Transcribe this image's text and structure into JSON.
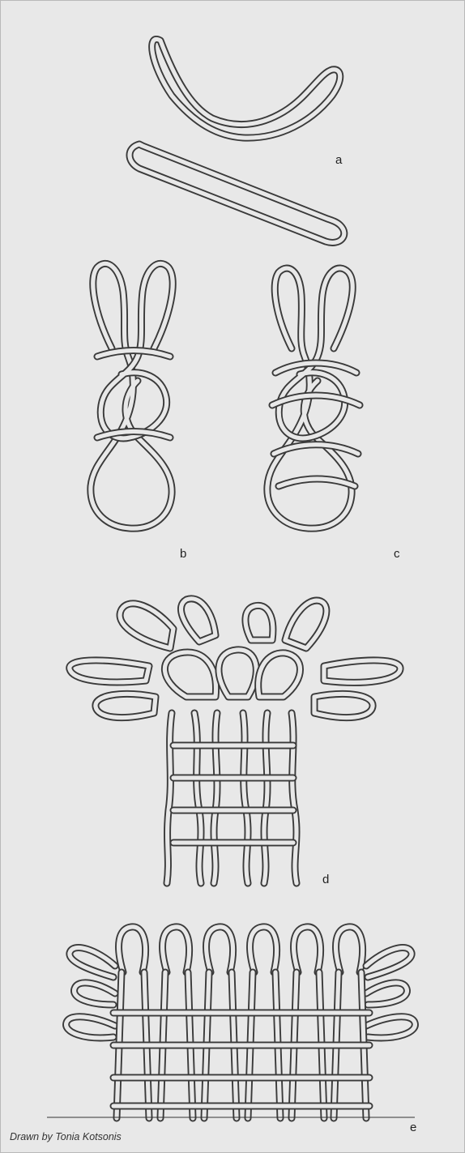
{
  "figure": {
    "panels": [
      {
        "id": "a",
        "label": "a"
      },
      {
        "id": "b",
        "label": "b"
      },
      {
        "id": "c",
        "label": "c"
      },
      {
        "id": "d",
        "label": "d"
      },
      {
        "id": "e",
        "label": "e"
      }
    ],
    "credit": "Drawn by Tonia Kotsonis"
  }
}
